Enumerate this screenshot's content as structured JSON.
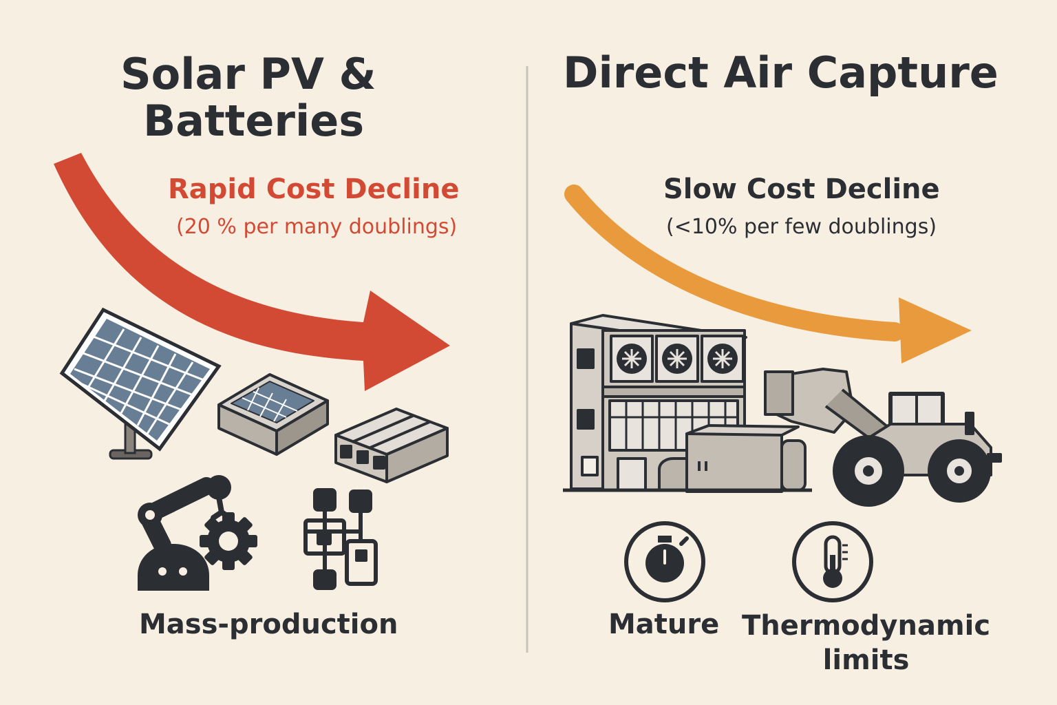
{
  "colors": {
    "background": "#f8efe3",
    "rapid_arrow": "#d24a34",
    "slow_arrow": "#e99a3c",
    "ink": "#2b2e33",
    "panel_gray": "#c9c2b8",
    "solar_cell": "#687e95"
  },
  "left": {
    "title_line1": "Solar PV &",
    "title_line2": "Batteries",
    "trend": "Rapid Cost Decline",
    "trend_note": "(20 % per many doublings)",
    "label": "Mass-production"
  },
  "right": {
    "title": "Direct Air Capture",
    "trend": "Slow Cost Decline",
    "trend_note": "(<10% per few doublings)",
    "label_mature": "Mature",
    "label_thermo_line1": "Thermodynamic",
    "label_thermo_line2": "limits"
  },
  "icons": [
    "solar-panel-icon",
    "battery-module-icon",
    "battery-pack-icon",
    "robot-arm-icon",
    "gear-icon",
    "flowchart-icon",
    "dac-plant-icon",
    "wheel-loader-icon",
    "stopwatch-icon",
    "thermometer-icon"
  ]
}
